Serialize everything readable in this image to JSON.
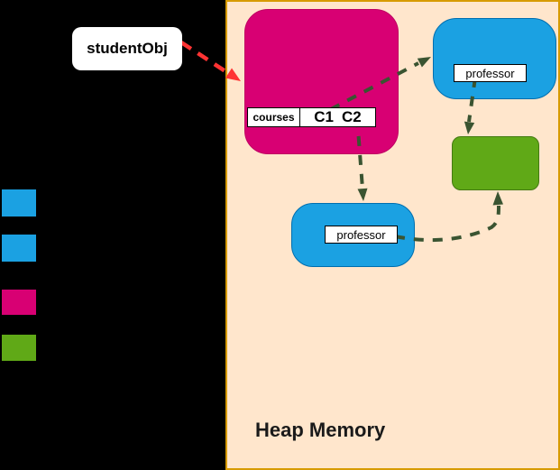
{
  "diagram": {
    "background_color": "#000000",
    "stack_variable": {
      "label": "studentObj"
    },
    "heap": {
      "title": "Heap Memory",
      "fill": "#FFE6CC",
      "border": "#D79B00"
    },
    "student_object": {
      "fill": "#D80073",
      "field": {
        "name": "courses",
        "values": [
          "C1",
          "C2"
        ]
      }
    },
    "professor_upper": {
      "label": "professor",
      "fill": "#1BA1E2"
    },
    "professor_lower": {
      "label": "professor",
      "fill": "#1BA1E2"
    },
    "course_object": {
      "fill": "#60A917"
    },
    "legend": [
      {
        "name": "blue-swatch-1",
        "color": "#1BA1E2"
      },
      {
        "name": "blue-swatch-2",
        "color": "#1BA1E2"
      },
      {
        "name": "magenta-swatch",
        "color": "#D80073"
      },
      {
        "name": "green-swatch",
        "color": "#60A917"
      }
    ],
    "arrows": {
      "red": "#FF3333",
      "green": "#3A5431",
      "relations": [
        {
          "from": "studentObj",
          "to": "student-object",
          "color": "red",
          "style": "dashed"
        },
        {
          "from": "student-object-courses",
          "to": "professor-upper",
          "color": "green",
          "style": "dashed"
        },
        {
          "from": "student-object-courses",
          "to": "professor-lower",
          "color": "green",
          "style": "dashed"
        },
        {
          "from": "professor-upper",
          "to": "course-object",
          "color": "green",
          "style": "dashed"
        },
        {
          "from": "professor-lower",
          "to": "course-object",
          "color": "green",
          "style": "dashed"
        }
      ]
    }
  }
}
